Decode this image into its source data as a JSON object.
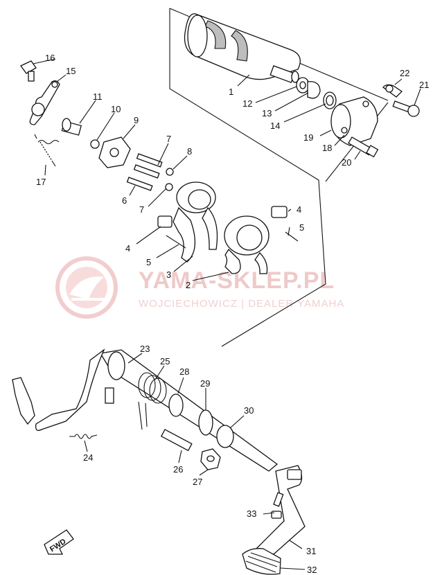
{
  "watermark": {
    "title": "YAMA-SKLEP.PL",
    "subtitle": "WOJCIECHOWICZ | DEALER YAMAHA"
  },
  "direction_arrow": "FWD",
  "callouts": [
    "1",
    "2",
    "3",
    "4",
    "4",
    "5",
    "5",
    "6",
    "7",
    "7",
    "8",
    "9",
    "10",
    "11",
    "12",
    "13",
    "14",
    "15",
    "16",
    "17",
    "18",
    "19",
    "20",
    "21",
    "22",
    "23",
    "24",
    "25",
    "26",
    "27",
    "28",
    "29",
    "30",
    "31",
    "32",
    "33"
  ]
}
